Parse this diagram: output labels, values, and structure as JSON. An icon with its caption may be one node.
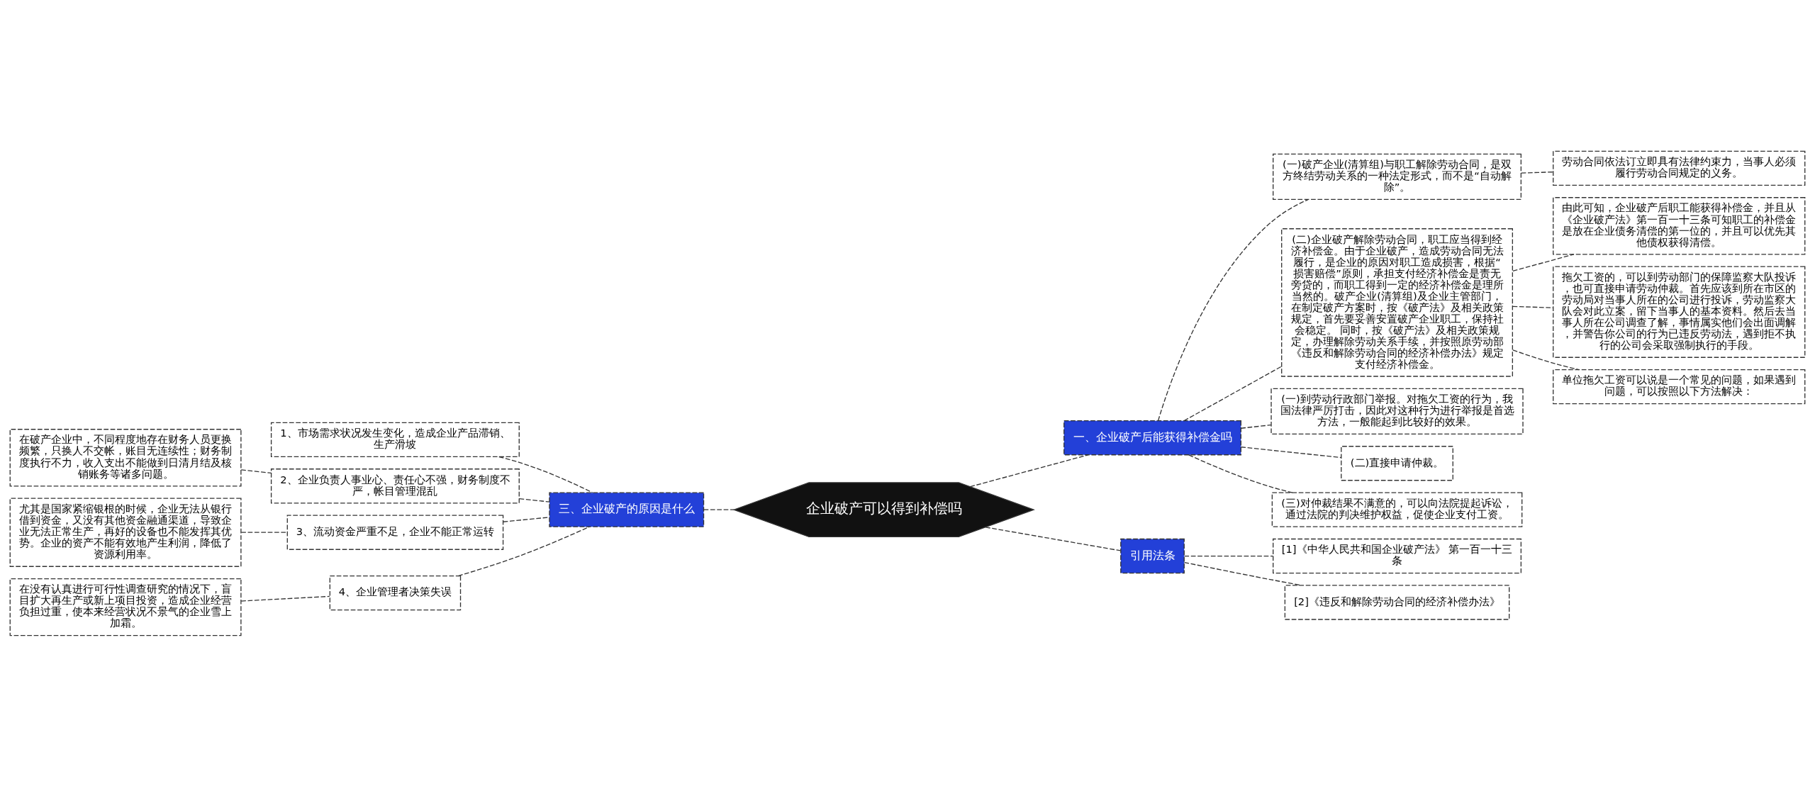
{
  "diagram": {
    "nodes": [
      {
        "text": [
          "企业破产可以得到补偿吗"
        ]
      },
      {
        "text": [
          "一、企业破产后能获得补偿金吗"
        ]
      },
      {
        "text": [
          "(一)破产企业(清算组)与职工解除劳动合同，是双方终结劳动关系的一种法定形式，而不是“自动解除”。"
        ]
      },
      {
        "text": [
          "劳动合同依法订立即具有法律约束力，当事人必须履行劳动合同规定的义务。"
        ]
      },
      {
        "text": [
          "(二)企业破产解除劳动合同，职工应当得到经济补偿金。由于企业破产，造成劳动合同无法履行，是企业的原因对职工造成损害，根据“损害赔偿”原则，承担支付经济补偿金是责无旁贷的，而职工得到一定的经济补偿金是理所当然的。破产企业(清算组)及企业主管部门，在制定破产方案时，按《破产法》及相关政策规定，首先要妥善安置破产企业职工，保持社会稳定。 同时，按《破产法》及相关政策规定，办理解除劳动关系手续，并按照原劳动部《违反和解除劳动合同的经济补偿办法》规定支付经济补偿金。"
        ]
      },
      {
        "text": [
          "由此可知，企业破产后职工能获得补偿金，并且从《企业破产法》第一百一十三条可知职工的补偿金是放在企业债务清偿的第一位的，并且可以优先其他债权获得清偿。"
        ]
      },
      {
        "text": [
          "拖欠工资的，可以到劳动部门的保障监察大队投诉，也可直接申请劳动仲裁。首先应该到所在市区的劳动局对当事人所在的公司进行投诉，劳动监察大队会对此立案，留下当事人的基本资料。然后去当事人所在公司调查了解，事情属实他们会出面调解，并警告你公司的行为已违反劳动法，遇到拒不执行的公司会采取强制执行的手段。"
        ]
      },
      {
        "text": [
          "单位拖欠工资可以说是一个常见的问题，如果遇到问题，可以按照以下方法解决："
        ]
      },
      {
        "text": [
          "(一)到劳动行政部门举报。对拖欠工资的行为，我国法律严厉打击，因此对这种行为进行举报是首选方法，一般能起到比较好的效果。"
        ]
      },
      {
        "text": [
          "(二)直接申请仲裁。"
        ]
      },
      {
        "text": [
          "(三)对仲裁结果不满意的，可以向法院提起诉讼，通过法院的判决维护权益，促使企业支付工资。"
        ]
      },
      {
        "text": [
          "引用法条"
        ]
      },
      {
        "text": [
          "[1]《中华人民共和国企业破产法》 第一百一十三条"
        ]
      },
      {
        "text": [
          "[2]《违反和解除劳动合同的经济补偿办法》"
        ]
      },
      {
        "text": [
          "三、企业破产的原因是什么"
        ]
      },
      {
        "text": [
          "1、市场需求状况发生变化，造成企业产品滞销、生产滑坡"
        ]
      },
      {
        "text": [
          "2、企业负责人事业心、责任心不强，财务制度不严，帐目管理混乱"
        ]
      },
      {
        "text": [
          "在破产企业中，不同程度地存在财务人员更换频繁，只换人不交帐，账目无连续性；财务制度执行不力，收入支出不能做到日清月结及核销账务等诸多问题。"
        ]
      },
      {
        "text": [
          "3、流动资金严重不足，企业不能正常运转"
        ]
      },
      {
        "text": [
          "尤其是国家紧缩银根的时候，企业无法从银行借到资金，又没有其他资金融通渠道，导致企业无法正常生产，再好的设备也不能发挥其优势。企业的资产不能有效地产生利润，降低了资源利用率。"
        ]
      },
      {
        "text": [
          "4、企业管理者决策失误"
        ]
      },
      {
        "text": [
          "在没有认真进行可行性调查研究的情况下，盲目扩大再生产或新上项目投资，造成企业经营负担过重，使本来经营状况不景气的企业雪上加霜。"
        ]
      }
    ],
    "edges": [
      {
        "from": 0,
        "to": 1,
        "arrow": "none"
      },
      {
        "from": 1,
        "to": 2,
        "arrow": "none"
      },
      {
        "from": 2,
        "to": 3,
        "arrow": "none"
      },
      {
        "from": 1,
        "to": 4,
        "arrow": "none"
      },
      {
        "from": 4,
        "to": 5,
        "arrow": "none"
      },
      {
        "from": 4,
        "to": 6,
        "arrow": "none"
      },
      {
        "from": 4,
        "to": 7,
        "arrow": "none"
      },
      {
        "from": 1,
        "to": 8,
        "arrow": "none"
      },
      {
        "from": 1,
        "to": 9,
        "arrow": "none"
      },
      {
        "from": 1,
        "to": 10,
        "arrow": "none"
      },
      {
        "from": 0,
        "to": 11,
        "arrow": "none"
      },
      {
        "from": 11,
        "to": 12,
        "arrow": "none"
      },
      {
        "from": 11,
        "to": 13,
        "arrow": "none"
      },
      {
        "from": 0,
        "to": 14,
        "arrow": "none"
      },
      {
        "from": 14,
        "to": 15,
        "arrow": "none"
      },
      {
        "from": 14,
        "to": 16,
        "arrow": "none"
      },
      {
        "from": 16,
        "to": 17,
        "arrow": "none"
      },
      {
        "from": 14,
        "to": 18,
        "arrow": "none"
      },
      {
        "from": 18,
        "to": 19,
        "arrow": "none"
      },
      {
        "from": 14,
        "to": 20,
        "arrow": "none"
      },
      {
        "from": 20,
        "to": 21,
        "arrow": "none"
      }
    ]
  }
}
